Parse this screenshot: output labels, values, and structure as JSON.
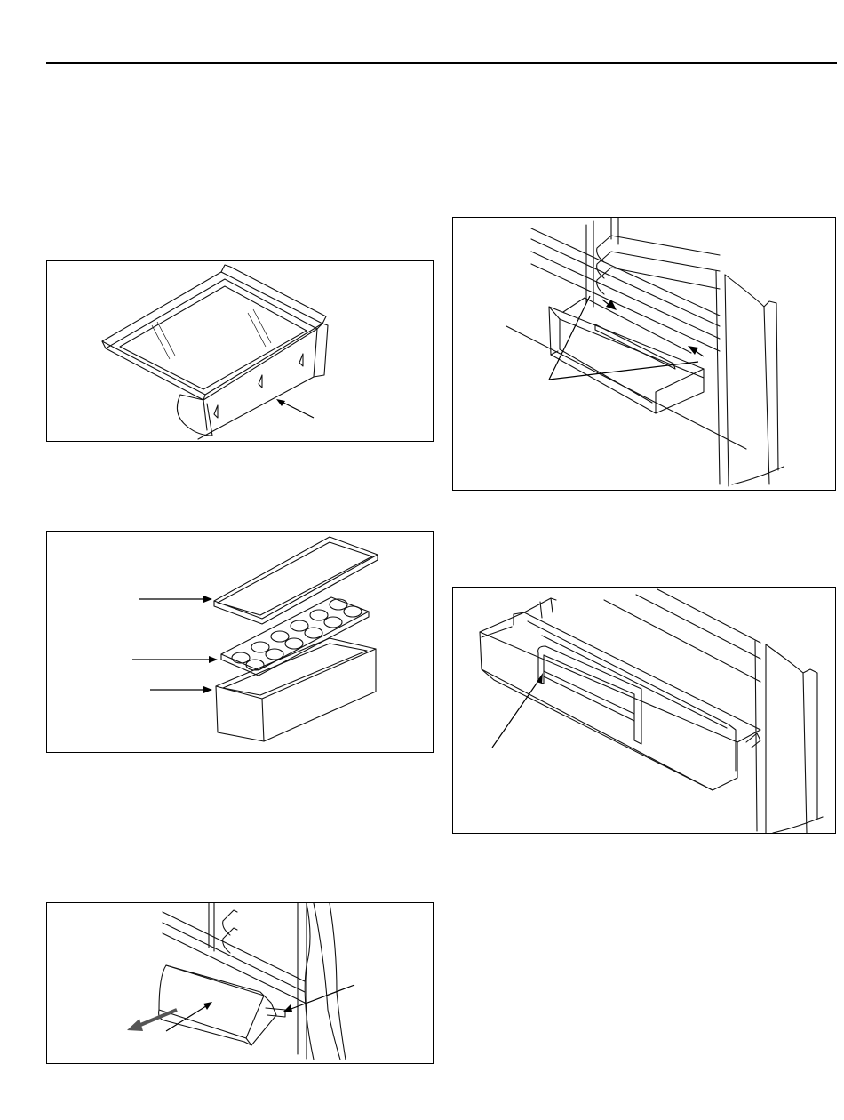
{
  "page": {
    "figures": [
      {
        "id": "crisper-drawer-shelf"
      },
      {
        "id": "egg-tray-assembly"
      },
      {
        "id": "door-bin-removal"
      },
      {
        "id": "freezer-basket-tabs"
      },
      {
        "id": "freezer-basket-divider"
      }
    ]
  },
  "colors": {
    "line": "#111111",
    "frame": "#000000",
    "arrow_gray": "#555555"
  }
}
